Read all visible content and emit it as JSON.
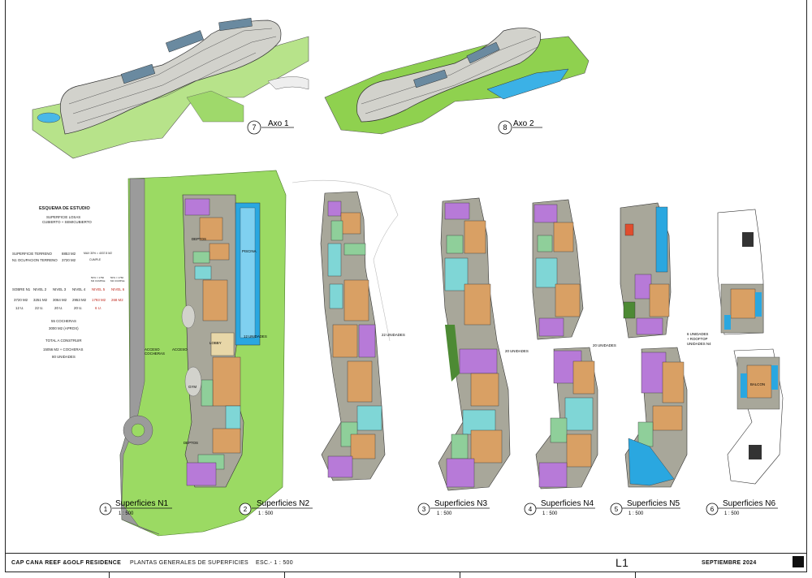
{
  "views": {
    "axo1": {
      "num": "7",
      "label": "Axo 1"
    },
    "axo2": {
      "num": "8",
      "label": "Axo 2"
    },
    "n1": {
      "num": "1",
      "label": "Superficies N1",
      "scale": "1 : 500"
    },
    "n2": {
      "num": "2",
      "label": "Superficies N2",
      "scale": "1 : 500"
    },
    "n3": {
      "num": "3",
      "label": "Superficies N3",
      "scale": "1 : 500"
    },
    "n4": {
      "num": "4",
      "label": "Superficies N4",
      "scale": "1 : 500"
    },
    "n5": {
      "num": "5",
      "label": "Superficies N5",
      "scale": "1 : 500"
    },
    "n6": {
      "num": "6",
      "label": "Superficies N6",
      "scale": "1 : 500"
    }
  },
  "plan_labels": {
    "deptos_top": "DEPTOS",
    "piscina": "PISCINA",
    "unidades_n1": "12 UNIDADES",
    "acceso_cocheras": "ACCESO\nCOCHERAS",
    "acceso": "ACCESO",
    "lobby": "LOBBY",
    "gym": "GYM",
    "deptos_bottom": "DEPTOS",
    "unidades_n2": "22 UNIDADES",
    "unidades_n3": "20 UNIDADES",
    "unidades_n4": "20 UNIDADES",
    "unidades_n5_1": "6 UNIDADES",
    "unidades_n5_2": "+ ROOFTOP",
    "unidades_n5_3": "UNIDADES N4",
    "n6_label": "BALCON"
  },
  "schema": {
    "title": "ESQUEMA DE ESTUDIO",
    "subtitle1": "SUPERFICIE LOSAS",
    "subtitle2": "CUBIERTO + SEMICUBIERTO",
    "terreno_label": "SUPERFICIE TERRENO",
    "terreno_value": "8853 M2",
    "terreno_note": "MAX 30% = 4037.8 M2",
    "ocupacion_label": "N1 OCUPACION TERRENO",
    "ocupacion_value": "3720 M2",
    "ocupacion_note": "CUMPLE",
    "col_notes": [
      "50% = 1760 M2 CUMPLE",
      "50% = 1760 M2 CUMPLE"
    ],
    "levels": [
      "SOBRE N1",
      "NIVEL 2",
      "NIVEL 3",
      "NIVEL 4",
      "NIVEL 5",
      "NIVEL 6"
    ],
    "areas": [
      "3720 M2",
      "3251 M2",
      "3064 M2",
      "2953 M2",
      "1793 M2",
      "268 M2"
    ],
    "units": [
      "12 U.",
      "22 U.",
      "20 U.",
      "20 U.",
      "6 U.",
      ""
    ],
    "cocheras1": "55 COCHERAS",
    "cocheras2": "3000 M2 (APROX)",
    "total_label": "TOTAL A CONSTRUIR",
    "total_value": "15056 M2 + COCHERAS",
    "total_units": "80 UNIDADES"
  },
  "titleblock": {
    "project": "CAP CANA REEF &GOLF RESIDENCE",
    "drawing": "PLANTAS GENERALES DE SUPERFICIES",
    "scale": "ESC.- 1 : 500",
    "sheet": "L1",
    "date": "SEPTIEMBRE 2024"
  },
  "colors": {
    "grass": "#8fd14f",
    "grass_light": "#b7e38a",
    "road": "#9b9b9b",
    "slab": "#a8a79a",
    "orange": "#d9a064",
    "purple": "#b77ad8",
    "cyan": "#7fd6d6",
    "green_unit": "#8fcf9a",
    "pool": "#2aa7e0",
    "red": "#c0281d"
  }
}
